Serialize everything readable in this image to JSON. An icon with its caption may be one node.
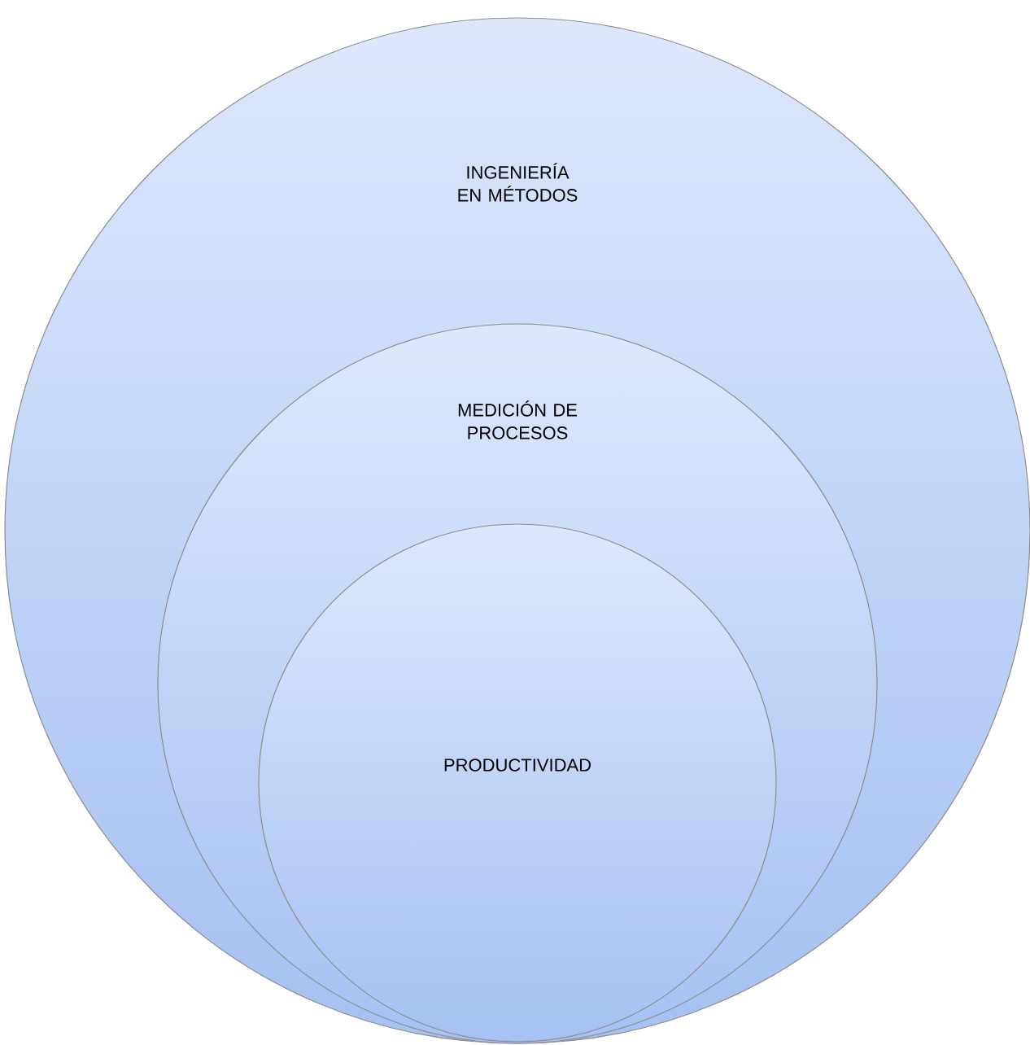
{
  "diagram": {
    "nodes": [
      {
        "text": [
          "INGENIERÍA EN MÉTODOS"
        ]
      },
      {
        "text": [
          "MEDICIÓN DE PROCESOS"
        ],
        "in": 0
      },
      {
        "text": [
          "PRODUCTIVIDAD"
        ],
        "in": 1
      }
    ]
  }
}
